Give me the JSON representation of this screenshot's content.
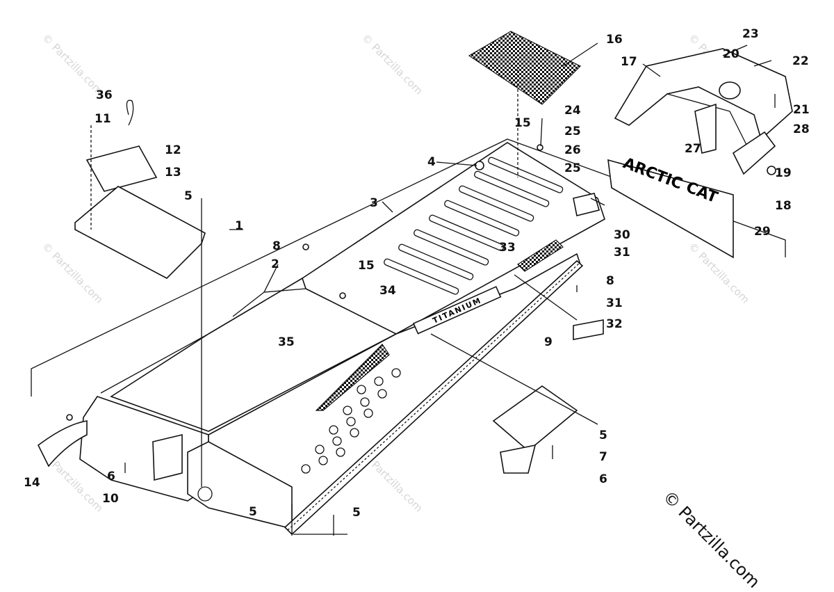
{
  "diagram": {
    "callouts": [
      "1",
      "2",
      "3",
      "4",
      "5",
      "5",
      "5",
      "5",
      "5",
      "6",
      "6",
      "7",
      "8",
      "8",
      "9",
      "10",
      "11",
      "12",
      "13",
      "14",
      "15",
      "15",
      "16",
      "17",
      "18",
      "19",
      "20",
      "21",
      "22",
      "23",
      "24",
      "25",
      "25",
      "26",
      "27",
      "28",
      "29",
      "30",
      "31",
      "31",
      "32",
      "33",
      "34",
      "35",
      "36"
    ],
    "badge_text": "TITANIUM",
    "flap_text": "ARCTIC CAT",
    "watermark_text": "© Partzilla.com",
    "copyright_text": "© Partzilla.com"
  },
  "colors": {
    "ink": "#111111",
    "watermark": "#d6d6d6",
    "background": "#ffffff"
  }
}
